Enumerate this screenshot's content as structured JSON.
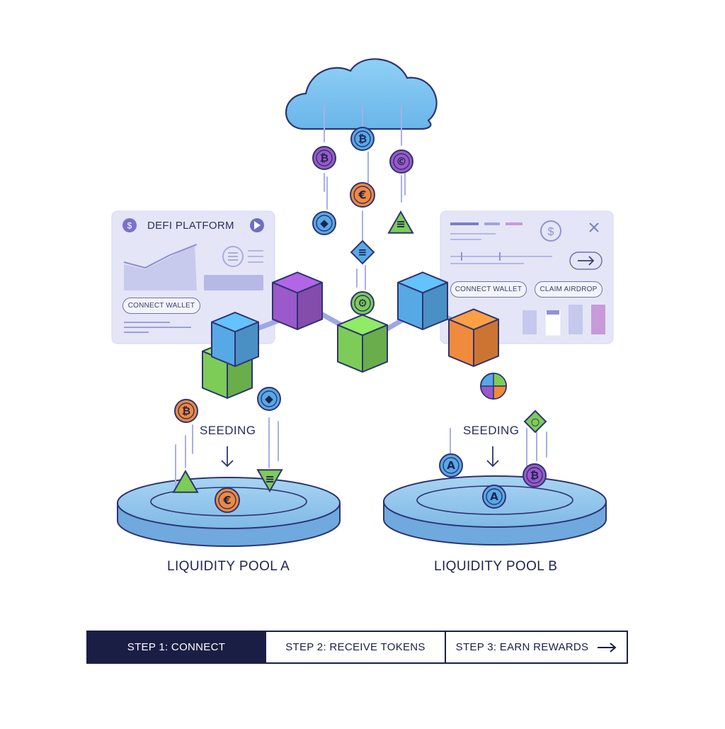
{
  "panel_left": {
    "title": "DEFI PLATFORM",
    "button": "CONNECT WALLET"
  },
  "panel_right": {
    "connect_button": "CONNECT WALLET",
    "claim_button": "CLAIM AIRDROP"
  },
  "seeding": {
    "left": "SEEDING",
    "right": "SEEDING"
  },
  "pools": {
    "a": "LIQUIDITY POOL A",
    "b": "LIQUIDITY POOL B"
  },
  "steps": [
    {
      "label": "STEP 1: CONNECT",
      "active": true
    },
    {
      "label": "STEP 2: RECEIVE TOKENS",
      "active": false
    },
    {
      "label": "STEP 3: EARN REWARDS",
      "active": false
    }
  ],
  "colors": {
    "cloud": "#7cc3ee",
    "purple": "#9b59c9",
    "blue": "#57a9e6",
    "orange": "#f08a3c",
    "green": "#7dcc58",
    "panel": "#e6e8f8",
    "pool": "#8cc3ea",
    "dark": "#1b1e44"
  }
}
